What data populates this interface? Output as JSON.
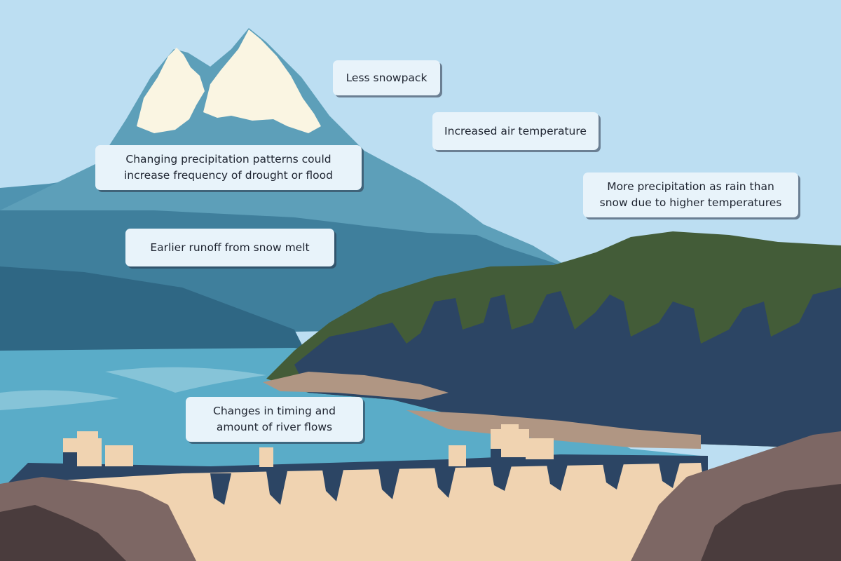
{
  "callouts": {
    "less_snowpack": {
      "lines": [
        "Less snowpack"
      ]
    },
    "air_temperature": {
      "lines": [
        "Increased air temperature"
      ]
    },
    "precipitation_patterns": {
      "lines": [
        "Changing precipitation patterns could",
        "increase frequency of drought or flood"
      ]
    },
    "rain_vs_snow": {
      "lines": [
        "More precipitation as rain than",
        "snow due to higher temperatures"
      ]
    },
    "earlier_runoff": {
      "lines": [
        "Earlier runoff from snow melt"
      ]
    },
    "river_flows": {
      "lines": [
        "Changes in timing and",
        "amount of river flows"
      ]
    }
  },
  "colors": {
    "sky": "#bcdef2",
    "mountain_light": "#5d9fb9",
    "mountain_mid": "#3f7f9c",
    "mountain_dark": "#2f6784",
    "snow": "#faf5e2",
    "lake": "#5aacc8",
    "lake_ripple": "#86c4d8",
    "hill_green": "#435c38",
    "hill_shadow": "#2c4564",
    "shore": "#b09683",
    "dam_face": "#f0d3b1",
    "dam_shadow": "#2c4564",
    "rock": "#7d6764",
    "rock_dark": "#4a3c3d"
  }
}
